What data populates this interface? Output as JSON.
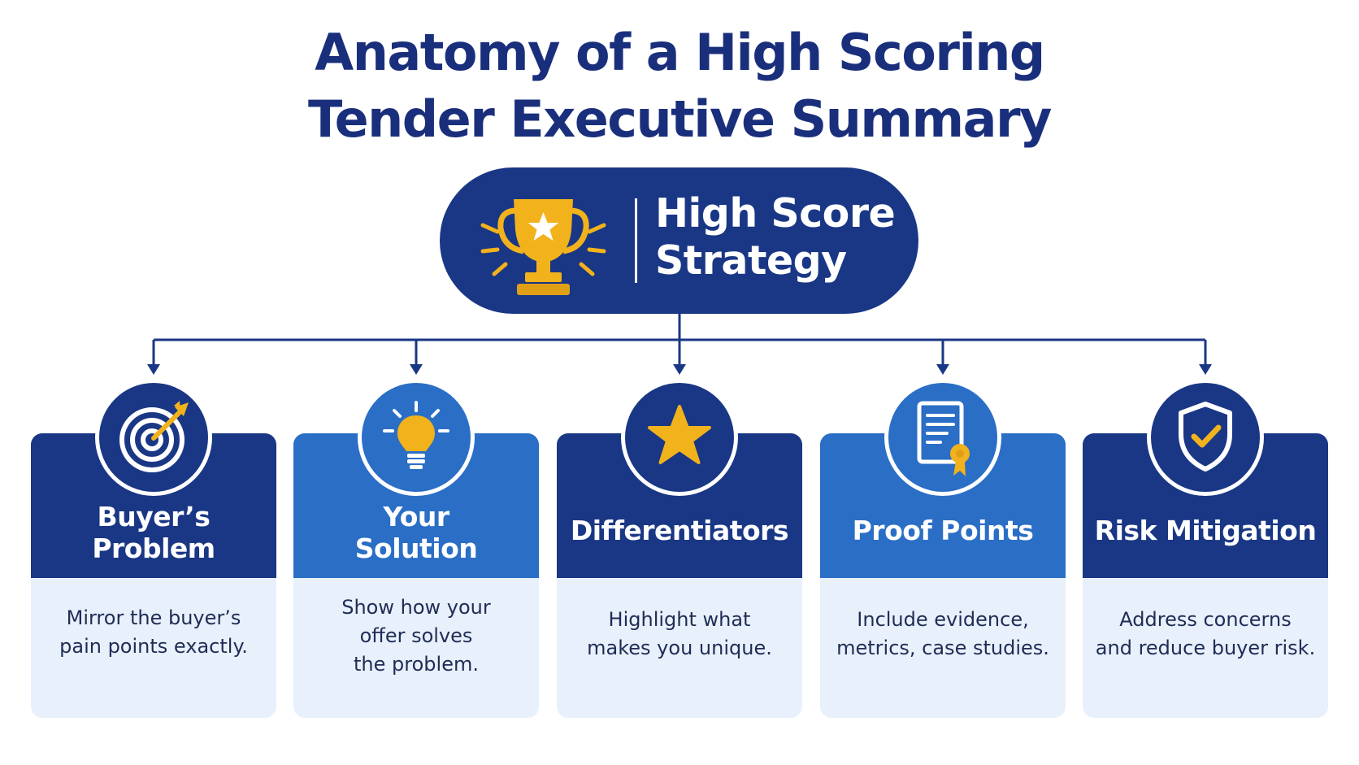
{
  "title": {
    "line1": "Anatomy of a High Scoring",
    "line2": "Tender Executive Summary"
  },
  "hub": {
    "icon": "trophy-icon",
    "line1": "High Score",
    "line2": "Strategy"
  },
  "colors": {
    "navy": "#1a3785",
    "blue": "#2a6ec6",
    "gold": "#f2b21c",
    "light": "#e8f0fb"
  },
  "cards": [
    {
      "icon": "target-icon",
      "label_lines": [
        "Buyer’s",
        "Problem"
      ],
      "desc_lines": [
        "Mirror the buyer’s",
        "pain points exactly."
      ]
    },
    {
      "icon": "lightbulb-icon",
      "label_lines": [
        "Your",
        "Solution"
      ],
      "desc_lines": [
        "Show how your",
        "offer solves",
        "the problem."
      ]
    },
    {
      "icon": "star-icon",
      "label_lines": [
        "Differentiators"
      ],
      "desc_lines": [
        "Highlight what",
        "makes you unique."
      ]
    },
    {
      "icon": "certificate-icon",
      "label_lines": [
        "Proof Points"
      ],
      "desc_lines": [
        "Include evidence,",
        "metrics, case studies."
      ]
    },
    {
      "icon": "shield-check-icon",
      "label_lines": [
        "Risk Mitigation"
      ],
      "desc_lines": [
        "Address concerns",
        "and reduce buyer risk."
      ]
    }
  ]
}
